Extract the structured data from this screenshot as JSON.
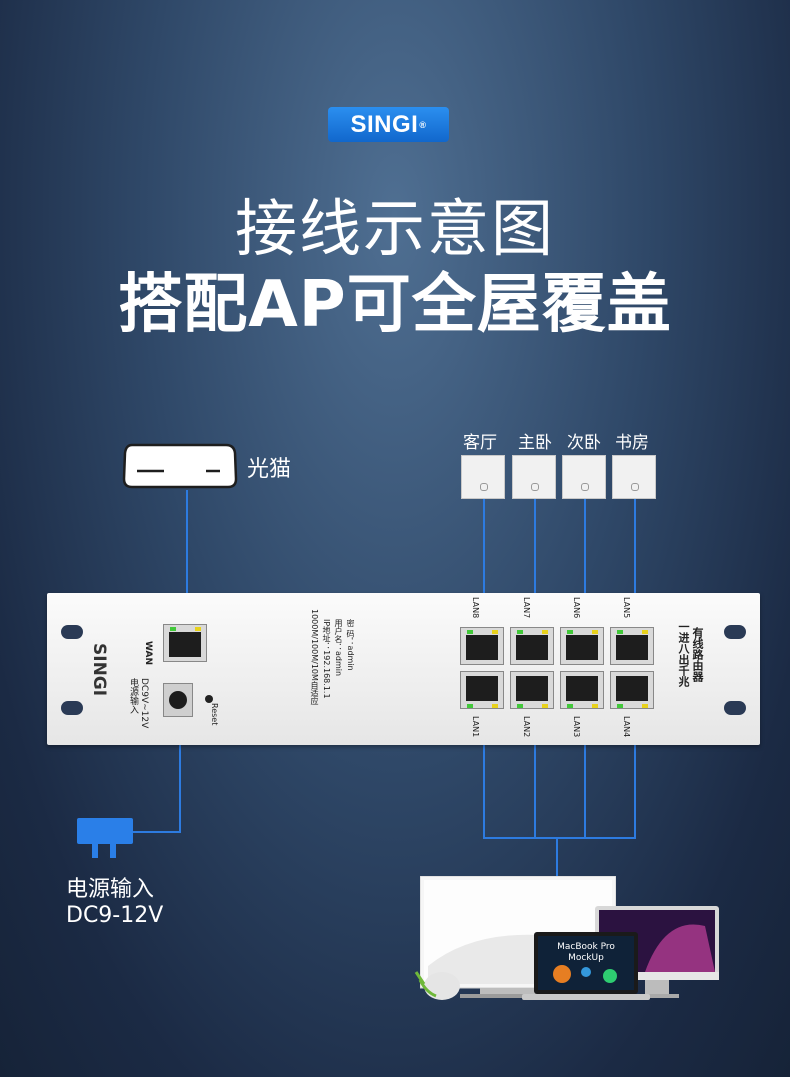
{
  "brand": {
    "logo": "SINGI",
    "mark": "®"
  },
  "title": {
    "line1": "接线示意图",
    "line2": "搭配AP可全屋覆盖"
  },
  "modem": {
    "label": "光猫"
  },
  "rooms": [
    "客厅",
    "主卧",
    "次卧",
    "书房"
  ],
  "power": {
    "label": "电源输入",
    "spec": "DC9-12V"
  },
  "panel": {
    "brand": "SINGI",
    "wan": "WAN",
    "power_label": "电源输入",
    "power_spec": "DC9V~12V",
    "reset": "Reset",
    "info": [
      "1000M/100M/10M自适应",
      "IP地址：192.168.1.1",
      "用户名：admin",
      "密  码：admin"
    ],
    "lan_top": [
      "LAN8",
      "LAN7",
      "LAN6",
      "LAN5"
    ],
    "lan_bottom": [
      "LAN1",
      "LAN2",
      "LAN3",
      "LAN4"
    ],
    "model_line1": "一进八出千兆",
    "model_line2": "有线路由器"
  },
  "devices": {
    "laptop_line1": "MacBook Pro",
    "laptop_line2": "MockUp"
  },
  "colors": {
    "wire": "#2d7be0",
    "logo": "#1a78e0",
    "led_green": "#42c83a",
    "led_yellow": "#e8d21c"
  }
}
